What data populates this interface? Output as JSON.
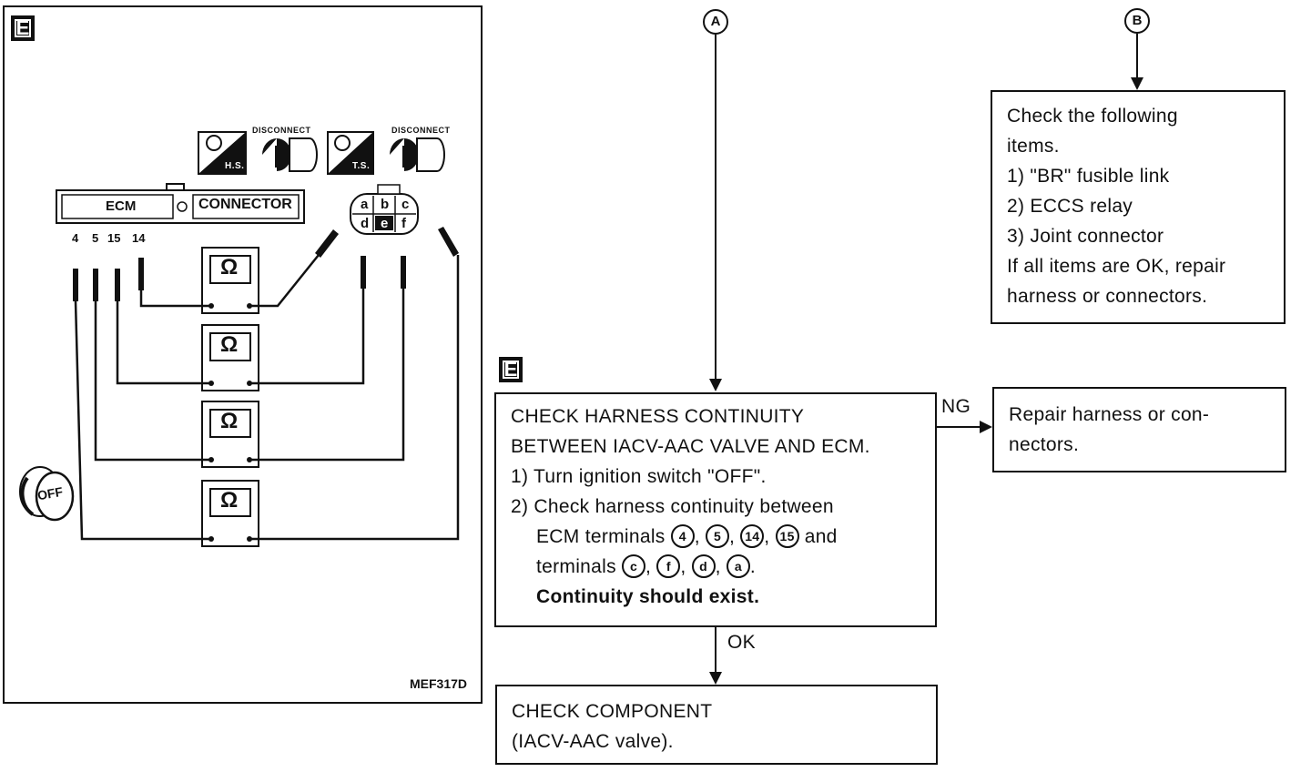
{
  "panel": {
    "tag": "E",
    "figure_code": "MEF317D",
    "hs_label": "H.S.",
    "ts_label": "T.S.",
    "disconnect_1": "DISCONNECT",
    "disconnect_2": "DISCONNECT",
    "ecm_label": "ECM",
    "connector_label": "CONNECTOR",
    "terminals": [
      "4",
      "5",
      "15",
      "14"
    ],
    "pins_top": [
      "a",
      "b",
      "c"
    ],
    "pins_bottom": [
      "d",
      "e",
      "f"
    ],
    "ohm_symbol": "Ω",
    "off_label": "OFF"
  },
  "flow": {
    "marker_a": "A",
    "marker_b": "B",
    "tag": "E",
    "check_box": {
      "lines": [
        "Check the following",
        "items.",
        "1) \"BR\" fusible link",
        "2) ECCS relay",
        "3) Joint connector",
        "If all items are OK, repair",
        "harness or connectors."
      ]
    },
    "main_box": {
      "title1": "CHECK HARNESS CONTINUITY",
      "title2": "BETWEEN IACV-AAC VALVE AND ECM.",
      "step1": "1) Turn ignition switch \"OFF\".",
      "step2": "2) Check harness continuity between",
      "ecm_prefix": "ECM terminals",
      "ecm_terminals": [
        "4",
        "5",
        "14",
        "15"
      ],
      "and_word": "and",
      "term_prefix": "terminals",
      "letters": [
        "c",
        "f",
        "d",
        "a"
      ],
      "result": "Continuity should exist."
    },
    "ng_label": "NG",
    "ok_label": "OK",
    "repair_box": {
      "line1": "Repair harness or con-",
      "line2": "nectors."
    },
    "component_box": {
      "line1": "CHECK COMPONENT",
      "line2": "(IACV-AAC valve)."
    }
  }
}
